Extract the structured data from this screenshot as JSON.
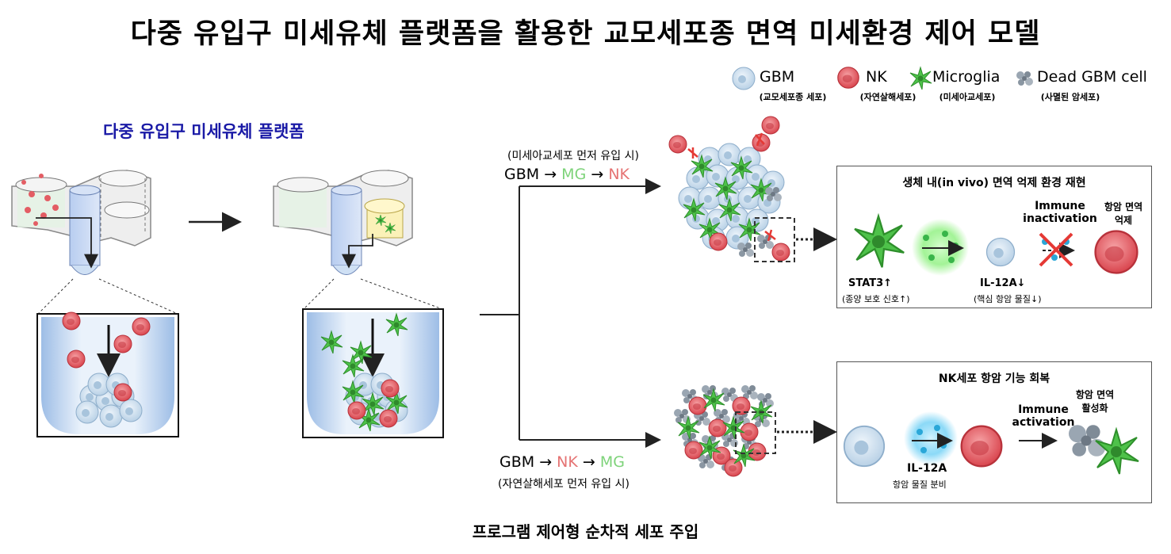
{
  "title": "다중 유입구 미세유체 플랫폼을 활용한 교모세포종 면역 미세환경 제어 모델",
  "platform_label": "다중 유입구 미세유체 플랫폼",
  "bottom_caption": "프로그램 제어형 순차적 세포 주입",
  "legend": [
    {
      "label": "GBM",
      "sub": "(교모세포종 세포)",
      "icon": "gbm-cell-icon"
    },
    {
      "label": "NK",
      "sub": "(자연살해세포)",
      "icon": "nk-cell-icon"
    },
    {
      "label": "Microglia",
      "sub": "(미세아교세포)",
      "icon": "microglia-icon"
    },
    {
      "label": "Dead GBM cell",
      "sub": "(사멸된 암세포)",
      "icon": "dead-gbm-cell-icon"
    }
  ],
  "top_branch": {
    "note": "(미세아교세포 먼저 유입 시)",
    "seq": {
      "a": "GBM",
      "arrow1": "→",
      "b": "MG",
      "arrow2": "→",
      "c": "NK"
    },
    "box_title": "생체 내(in vivo) 면역 억제 환경 재현",
    "stat3": "STAT3↑",
    "stat3_sub": "(종양 보호 신호↑)",
    "il12a": "IL-12A↓",
    "il12a_sub": "(핵심 항암 물질↓)",
    "immune_line1": "Immune",
    "immune_line2": "inactivation",
    "suppress_line1": "항암 면역",
    "suppress_line2": "억제"
  },
  "bottom_branch": {
    "note": "(자연살해세포 먼저 유입 시)",
    "seq": {
      "a": "GBM",
      "arrow1": "→",
      "b": "NK",
      "arrow2": "→",
      "c": "MG"
    },
    "box_title": "NK세포 항암 기능 회복",
    "il12a": "IL-12A",
    "il12a_sub": "항암 물질 분비",
    "immune_line1": "Immune",
    "immune_line2": "activation",
    "activate_line1": "항암 면역",
    "activate_line2": "활성화"
  },
  "colors": {
    "title_blue": "#1a1aa6",
    "mg_green": "#7ed37a",
    "nk_red": "#e57373",
    "cell_blue": "#cfe0ee",
    "nk_cell": "#e35d64",
    "microglia": "#4ec24a"
  }
}
